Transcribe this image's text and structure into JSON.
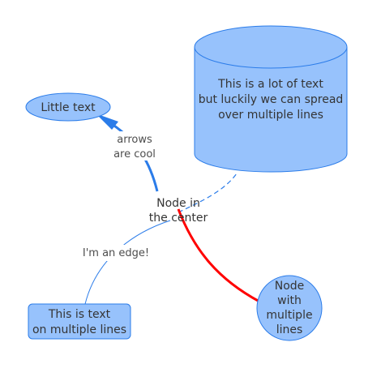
{
  "colors": {
    "node_fill": "#97c2fc",
    "node_border": "#2b7ce9",
    "edge_blue": "#2b7ce9",
    "edge_red": "#ff0000",
    "center_text": "#343434",
    "label_text": "#4d4d4d"
  },
  "nodes": {
    "center": {
      "shape": "text",
      "lines": [
        "Node in",
        "the center"
      ]
    },
    "little": {
      "shape": "ellipse",
      "lines": [
        "Little text"
      ]
    },
    "database": {
      "shape": "database",
      "lines": [
        "This is a lot of text",
        "but luckily we can spread",
        "over multiple lines"
      ]
    },
    "box": {
      "shape": "box",
      "lines": [
        "This is text",
        "on multiple lines"
      ]
    },
    "circle": {
      "shape": "circle",
      "lines": [
        "Node",
        "with",
        "multiple",
        "lines"
      ]
    }
  },
  "edges": {
    "to_little": {
      "style": "thick arrow",
      "label_lines": [
        "arrows",
        "are cool"
      ]
    },
    "to_database": {
      "style": "dashed"
    },
    "to_box": {
      "style": "thin",
      "label_lines": [
        "I'm an edge!"
      ]
    },
    "to_circle": {
      "style": "thick red"
    }
  }
}
